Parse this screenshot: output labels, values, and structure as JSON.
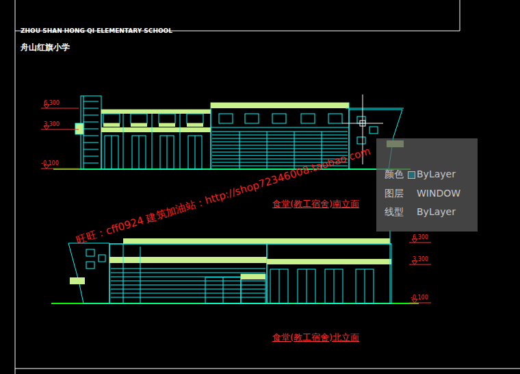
{
  "diagram": {
    "title": "ZHOU SHAN HONG QI ELEMENTARY SCHOOL",
    "nodes": [
      {
        "text": [
          "颜色",
          "ByLayer",
          "图层",
          "WINDOW",
          "线型",
          "ByLayer"
        ]
      }
    ],
    "labels": [
      "舟山红旗小学",
      "6.300",
      "3.300",
      "-0.100",
      "食堂(教工宿舍)南立面",
      "6.300",
      "3.300",
      "-0.100",
      "食堂(教工宿舍)北立面",
      "旺旺：cff0924  建筑加油站：http://shop72346008.taobao.com"
    ]
  }
}
